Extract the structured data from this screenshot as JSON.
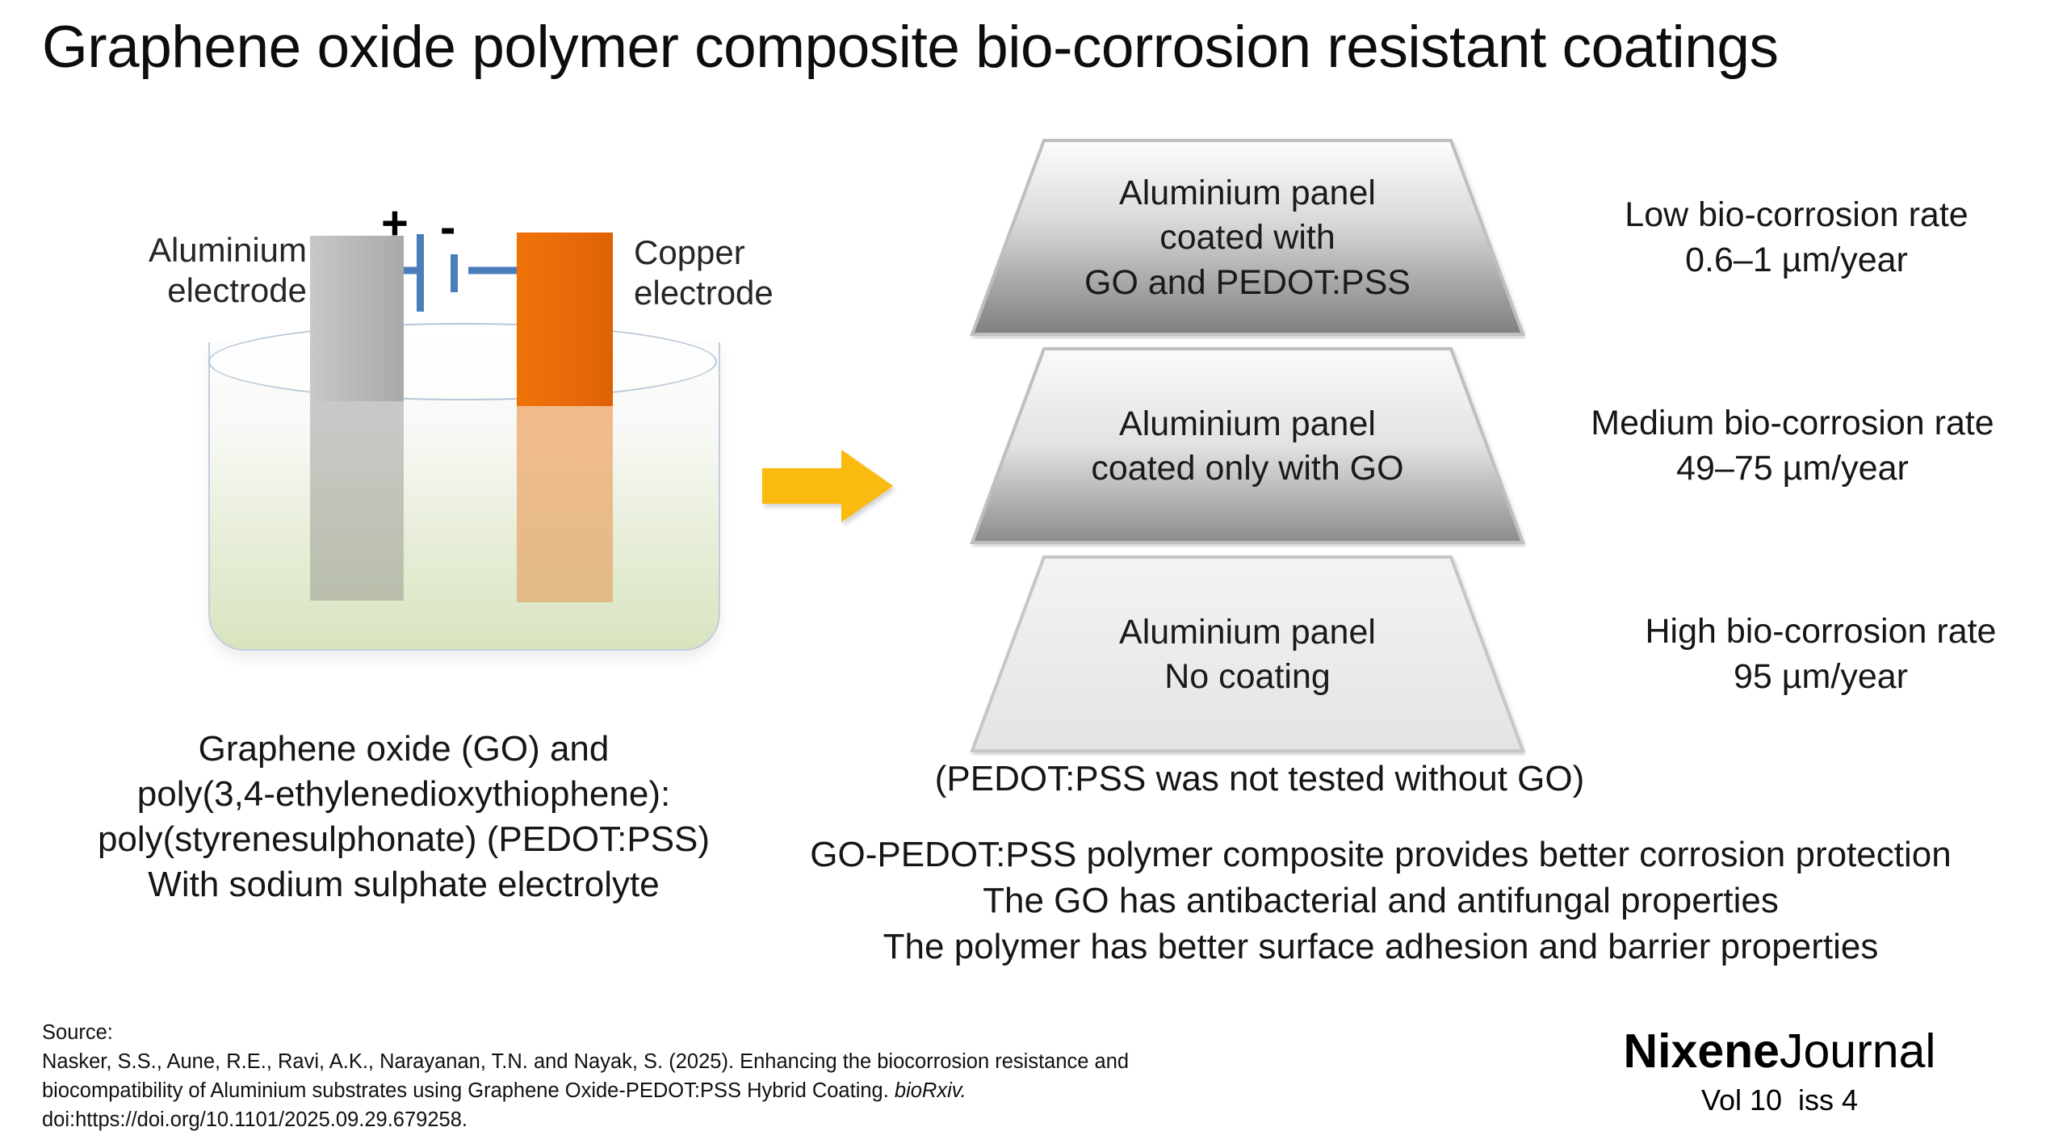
{
  "title": "Graphene oxide polymer composite bio-corrosion resistant coatings",
  "diagram": {
    "polarity_positive": "+",
    "polarity_negative": "-",
    "left_electrode_label": "Aluminium\nelectrode",
    "right_electrode_label": "Copper\nelectrode",
    "caption": "Graphene oxide (GO) and\npoly(3,4-ethylenedioxythiophene):\npoly(styrenesulphonate) (PEDOT:PSS)\nWith sodium sulphate electrolyte",
    "colors": {
      "aluminium_electrode": "#b6b6b6",
      "copper_electrode": "#e8690a",
      "wire": "#4a7ebb",
      "electrolyte_top": "#fcfcfc",
      "electrolyte_bottom": "#d6e3bc",
      "arrow": "#fbba10"
    }
  },
  "panels": [
    {
      "label": "Aluminium panel\ncoated with\nGO and PEDOT:PSS",
      "rate": "Low bio-corrosion rate\n0.6–1 µm/year",
      "shade_top": "#fdfdfd",
      "shade_bottom": "#7f7f7f"
    },
    {
      "label": "Aluminium panel\ncoated only with GO",
      "rate": "Medium bio-corrosion rate\n49–75 µm/year",
      "shade_top": "#fafafa",
      "shade_bottom": "#8c8c8c"
    },
    {
      "label": "Aluminium panel\nNo coating",
      "rate": "High bio-corrosion rate\n95 µm/year",
      "shade_top": "#f3f3f3",
      "shade_bottom": "#e4e4e4"
    }
  ],
  "note_pedot": "(PEDOT:PSS was not tested without GO)",
  "conclusions": "GO-PEDOT:PSS polymer composite provides better corrosion protection\nThe GO has antibacterial and antifungal  properties\nThe polymer has better surface adhesion and barrier properties",
  "source": {
    "heading": "Source:",
    "line1": "Nasker, S.S., Aune, R.E., Ravi, A.K., Narayanan, T.N. and Nayak, S. (2025). Enhancing the biocorrosion resistance and",
    "line2_before_italic": "biocompatibility of Aluminium substrates using Graphene Oxide-PEDOT:PSS Hybrid Coating. ",
    "line2_italic": "bioRxiv.",
    "line3": "doi:https://doi.org/10.1101/2025.09.29.679258."
  },
  "logo": {
    "brand_bold": "Nixene",
    "brand_light": "Journal",
    "volume": "Vol 10  iss 4"
  }
}
